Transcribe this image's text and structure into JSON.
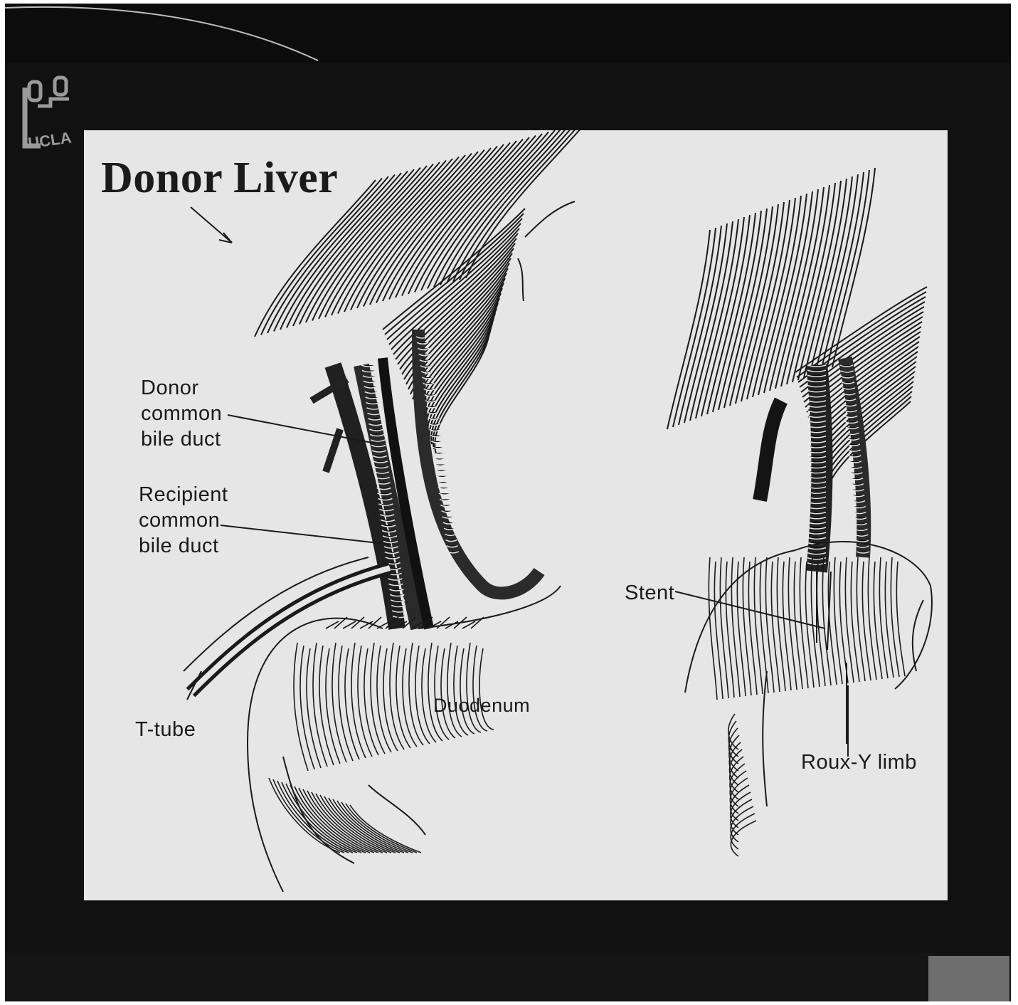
{
  "logo": {
    "text": "UCLA"
  },
  "slide": {
    "title": "Donor Liver",
    "labels": {
      "donor_cbd": "Donor\ncommon\nbile duct",
      "recipient_cbd": "Recipient\ncommon\nbile duct",
      "t_tube": "T-tube",
      "duodenum": "Duodenum",
      "stent": "Stent",
      "roux_y": "Roux-Y limb"
    }
  }
}
